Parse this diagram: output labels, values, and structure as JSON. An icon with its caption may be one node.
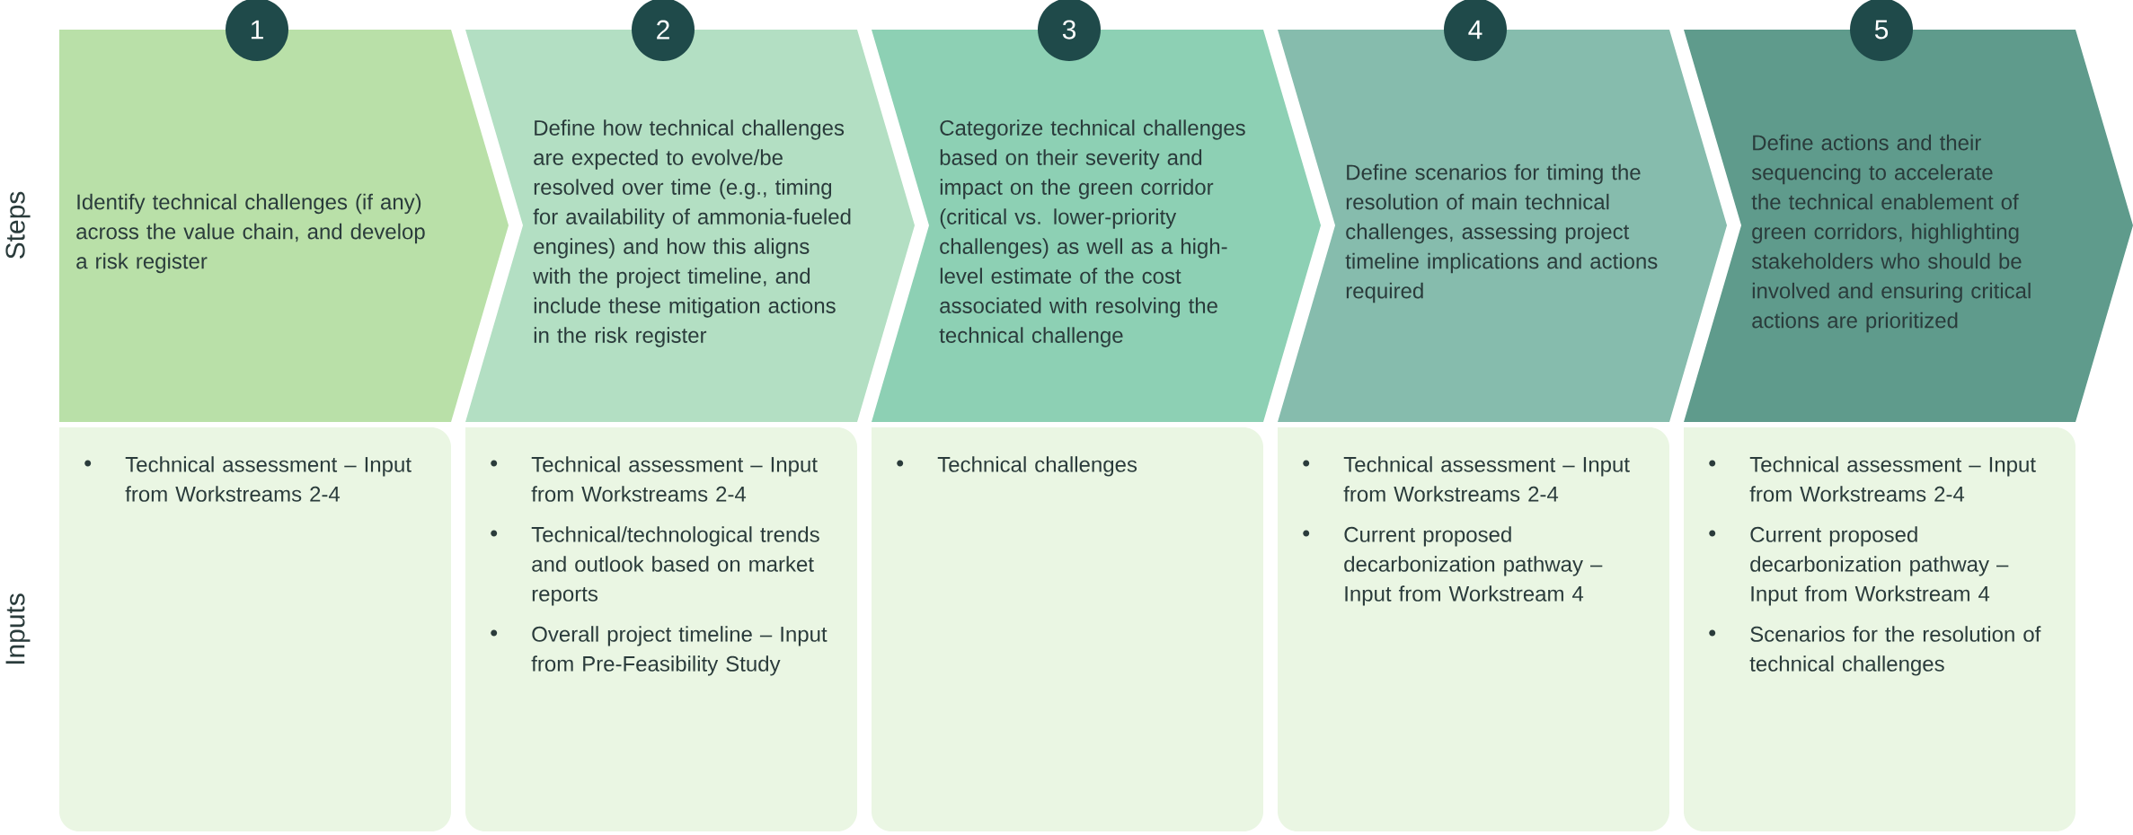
{
  "diagram": {
    "nodes": [
      {
        "text": [
          "1"
        ]
      },
      {
        "text": [
          "2"
        ]
      },
      {
        "text": [
          "3"
        ]
      },
      {
        "text": [
          "4"
        ]
      },
      {
        "text": [
          "5"
        ]
      },
      {
        "text": [
          "Identify technical challenges (if any) across the value chain, and develop a risk register"
        ]
      },
      {
        "text": [
          "Define how technical challenges are expected to evolve/be resolved over time (e.g., timing for availability of ammonia-fueled engines) and how this aligns with the project timeline, and include these mitigation actions in the risk register"
        ]
      },
      {
        "text": [
          "Categorize technical challenges based on their severity and impact on the green corridor (critical vs. lower-priority challenges) as well as a high-level estimate of the cost associated with resolving the technical challenge"
        ]
      },
      {
        "text": [
          "Define scenarios for timing the resolution of main technical challenges, assessing project timeline implications and actions required"
        ]
      },
      {
        "text": [
          "Define actions and their sequencing to accelerate the technical enablement of green corridors, highlighting stakeholders who should be involved and ensuring critical actions are prioritized"
        ]
      },
      {
        "text": [
          "Technical assessment – Input from Workstreams 2-4"
        ]
      },
      {
        "text": [
          "Technical assessment – Input from Workstreams 2-4",
          "Technical/technological trends and outlook based on market reports",
          "Overall project timeline – Input from Pre-Feasibility Study"
        ]
      },
      {
        "text": [
          "Technical challenges"
        ]
      },
      {
        "text": [
          "Technical assessment – Input from Workstreams 2-4",
          "Current proposed decarbonization pathway – Input from Workstream 4"
        ]
      },
      {
        "text": [
          "Technical assessment – Input from Workstreams 2-4",
          "Current proposed decarbonization pathway – Input from Workstream 4",
          "Scenarios for the resolution of technical challenges"
        ]
      }
    ],
    "labels": [
      "Steps",
      "Inputs"
    ]
  }
}
